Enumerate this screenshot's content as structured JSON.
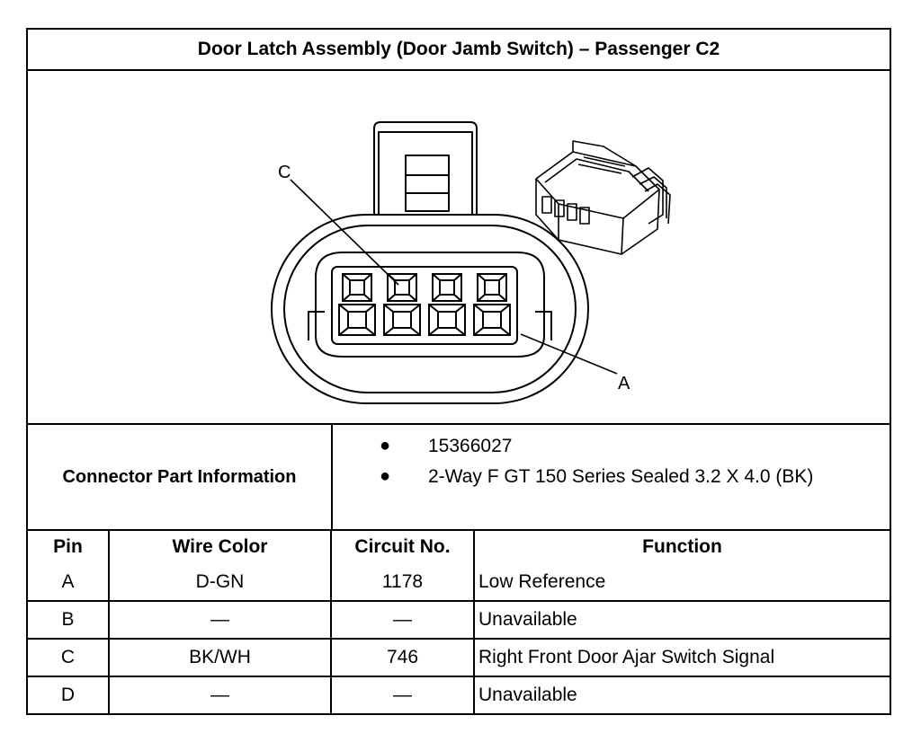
{
  "title": "Door Latch Assembly (Door Jamb Switch) – Passenger C2",
  "diagram": {
    "callouts": [
      {
        "id": "c",
        "label": "C"
      },
      {
        "id": "a",
        "label": "A"
      }
    ],
    "pin_count": 4
  },
  "connector_info": {
    "label": "Connector Part Information",
    "items": [
      "15366027",
      "2-Way F GT 150 Series Sealed 3.2 X 4.0 (BK)"
    ]
  },
  "table": {
    "headers": [
      "Pin",
      "Wire Color",
      "Circuit No.",
      "Function"
    ],
    "rows": [
      [
        "A",
        "D-GN",
        "1178",
        "Low Reference"
      ],
      [
        "B",
        "—",
        "—",
        "Unavailable"
      ],
      [
        "C",
        "BK/WH",
        "746",
        "Right Front Door Ajar Switch Signal"
      ],
      [
        "D",
        "—",
        "—",
        "Unavailable"
      ]
    ]
  }
}
